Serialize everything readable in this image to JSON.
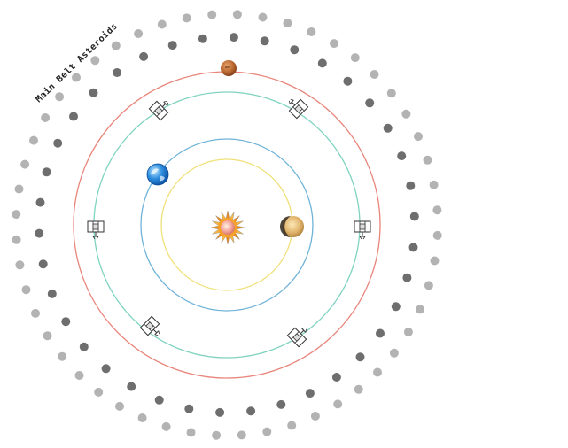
{
  "diagram": {
    "belt_label": "Main Belt Asteroids",
    "bodies": [
      {
        "id": "sun",
        "icon": "sun-icon"
      },
      {
        "id": "mercury",
        "icon": "mercury-planet-icon"
      },
      {
        "id": "earth",
        "icon": "earth-planet-icon"
      },
      {
        "id": "mars",
        "icon": "mars-planet-icon"
      }
    ],
    "satellite_count": 6,
    "orbits": [
      {
        "name": "orbit-yellow",
        "color": "#f0e07a"
      },
      {
        "name": "orbit-blue",
        "color": "#6fb3d8"
      },
      {
        "name": "orbit-teal",
        "color": "#7fd3c0"
      },
      {
        "name": "orbit-red",
        "color": "#e8847a"
      }
    ],
    "asteroid_colors": {
      "light": "#b3b3b3",
      "dark": "#6e6e6e"
    }
  }
}
